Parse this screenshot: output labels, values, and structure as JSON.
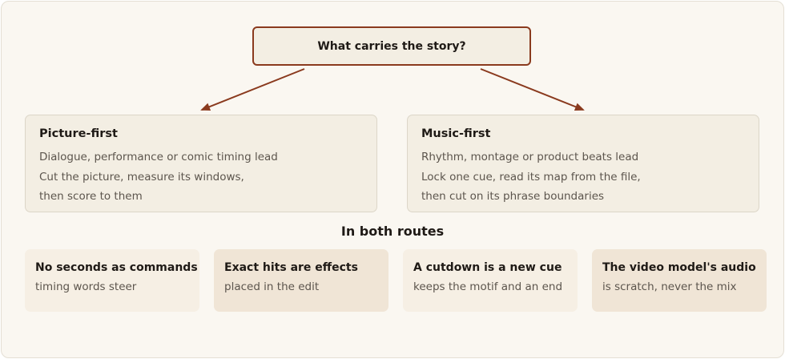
{
  "question": "What carries the story?",
  "routes": [
    {
      "title": "Picture-first",
      "lines": [
        "Dialogue, performance or comic timing lead",
        "Cut the picture, measure its windows,",
        "then score to them"
      ]
    },
    {
      "title": "Music-first",
      "lines": [
        "Rhythm, montage or product beats lead",
        "Lock one cue, read its map from the file,",
        "then cut on its phrase boundaries"
      ]
    }
  ],
  "both_heading": "In both routes",
  "cards": [
    {
      "title": "No seconds as commands",
      "text": "timing words steer"
    },
    {
      "title": "Exact hits are effects",
      "text": "placed in the edit"
    },
    {
      "title": "A cutdown is a new cue",
      "text": "keeps the motif and an end"
    },
    {
      "title": "The video model's audio",
      "text": "is scratch, never the mix"
    }
  ],
  "colors": {
    "arrow": "#8a3a1e",
    "background": "#faf7f1",
    "box_fill": "#f3eee3"
  }
}
